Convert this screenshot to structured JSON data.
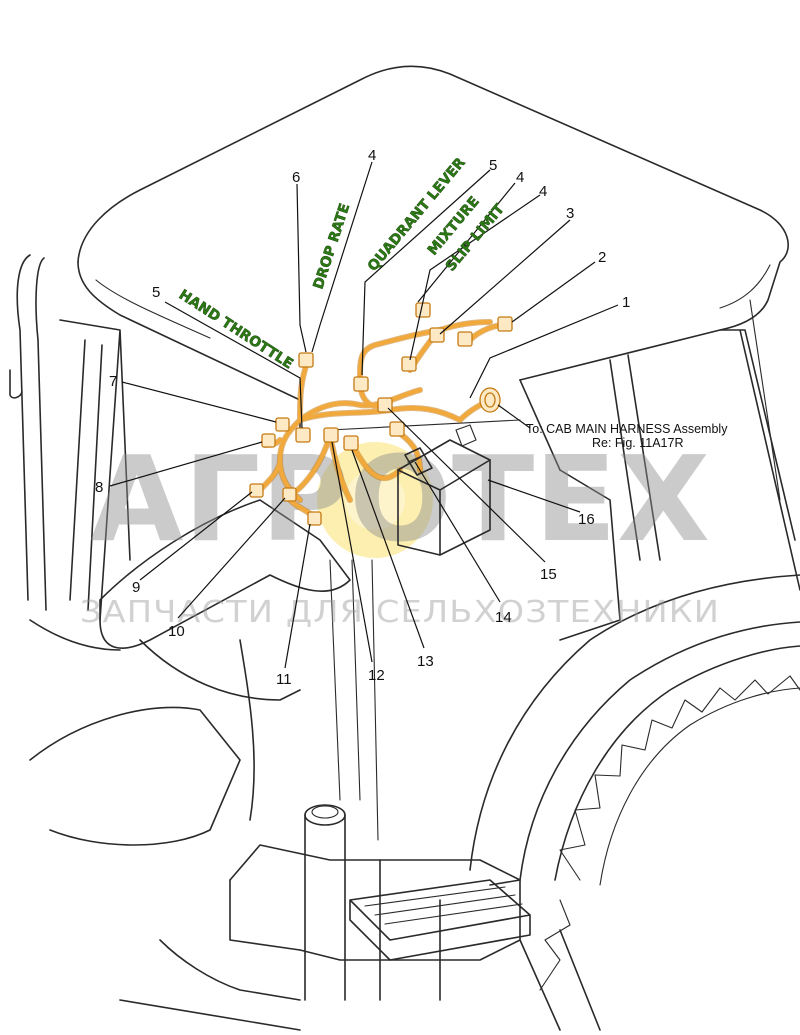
{
  "callouts": {
    "c1": "1",
    "c2": "2",
    "c3": "3",
    "c4a": "4",
    "c4b": "4",
    "c4c": "4",
    "c5a": "5",
    "c5b": "5",
    "c6": "6",
    "c7": "7",
    "c8": "8",
    "c9": "9",
    "c10": "10",
    "c11": "11",
    "c12": "12",
    "c13": "13",
    "c14": "14",
    "c15": "15",
    "c16": "16"
  },
  "labels": {
    "drop_rate": "DROP RATE",
    "quadrant_lever": "QUADRANT LEVER",
    "mixture": "MIXTURE",
    "slip_limit": "SLIP LIMIT",
    "hand_throttle": "HAND THROTTLE"
  },
  "note": {
    "line1": "To: CAB  MAIN  HARNESS Assembly",
    "line2": "Re: Fig. 11A17R"
  },
  "watermark": {
    "brand": "АГРОТЕХ",
    "tagline": "ЗАПЧАСТИ ДЛЯ СЕЛЬХОЗТЕХНИКИ"
  },
  "colors": {
    "harness": "#f2a93b",
    "label_green": "#2c7a16",
    "watermark_logo": "#f7d21c"
  }
}
